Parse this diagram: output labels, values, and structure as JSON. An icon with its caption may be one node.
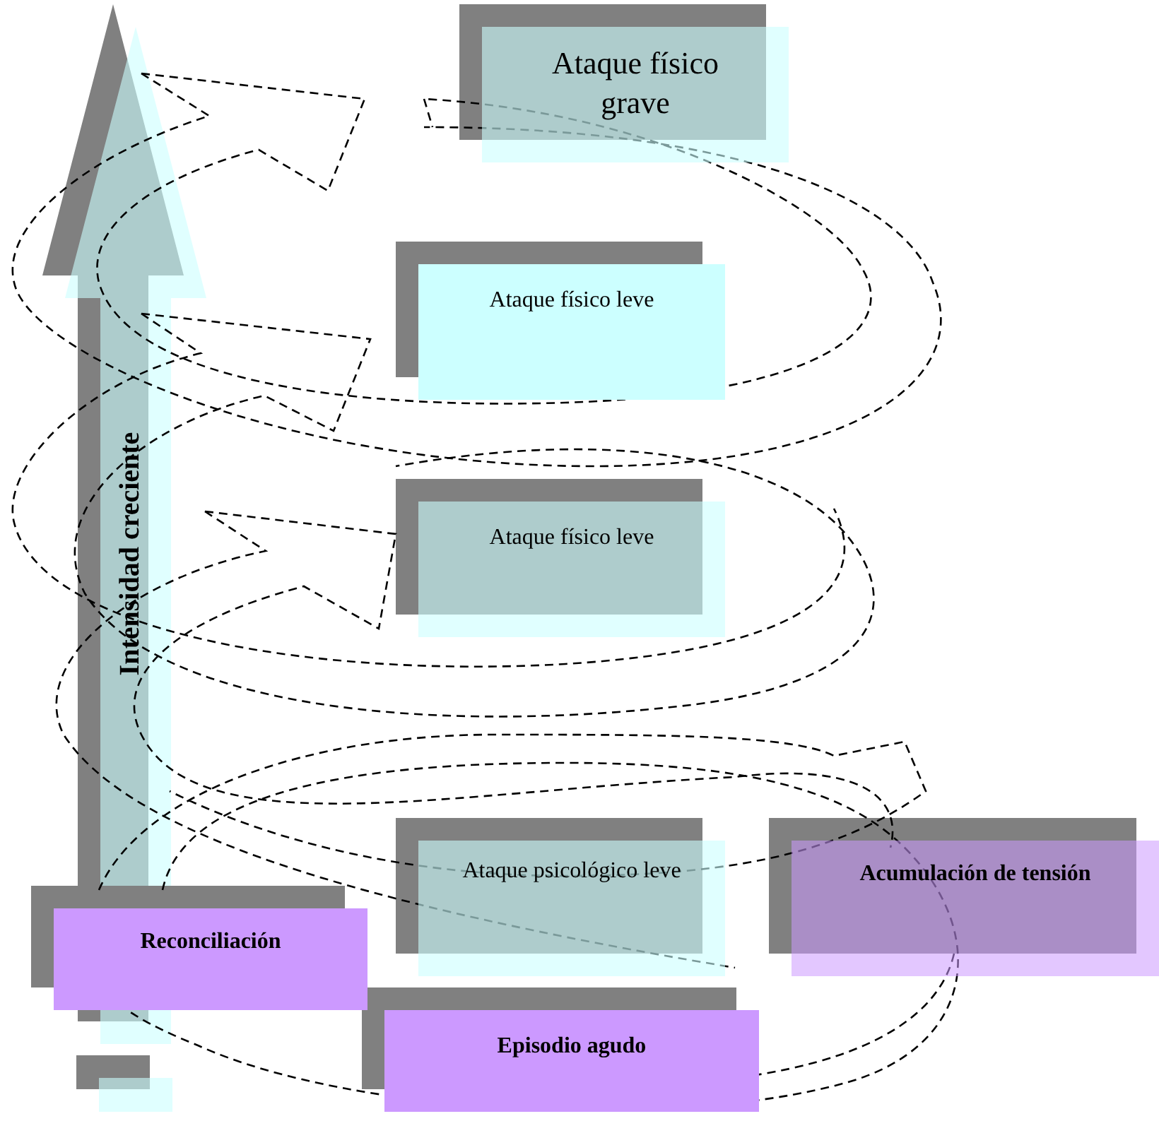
{
  "diagram": {
    "nodes": [
      {
        "text": [
          "Intensidad creciente"
        ]
      },
      {
        "text": [
          "Ataque físico grave"
        ]
      },
      {
        "text": [
          "Ataque físico leve"
        ]
      },
      {
        "text": [
          "Ataque físico leve"
        ]
      },
      {
        "text": [
          "Ataque psicológico leve"
        ]
      },
      {
        "text": [
          "Acumulación de tensión"
        ]
      },
      {
        "text": [
          "Reconciliación"
        ]
      },
      {
        "text": [
          "Episodio agudo"
        ]
      }
    ]
  }
}
